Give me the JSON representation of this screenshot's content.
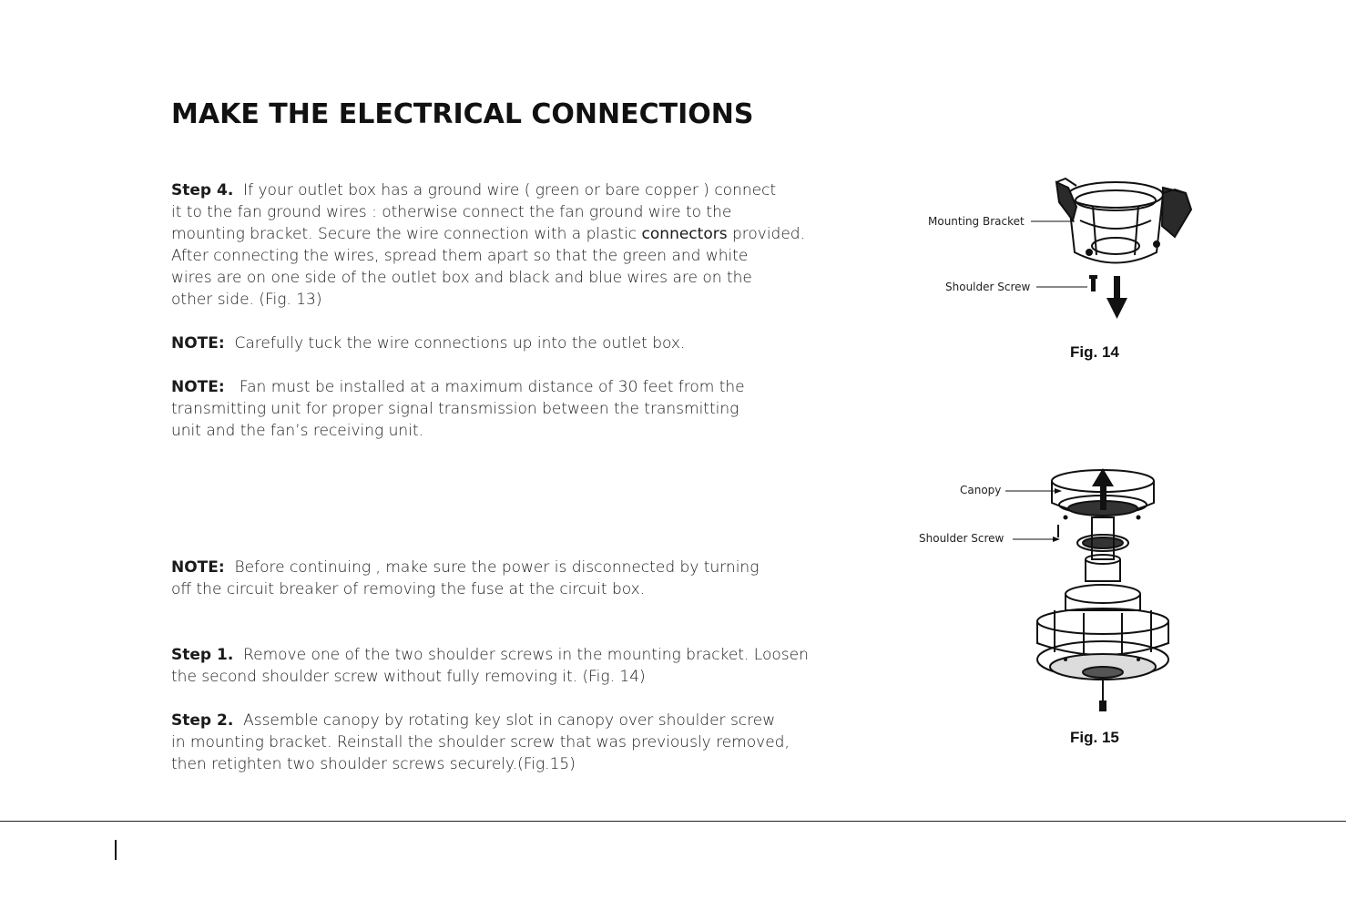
{
  "page": {
    "title": "MAKE THE ELECTRICAL CONNECTIONS"
  },
  "step4": {
    "label": "Step 4.",
    "lines": [
      "If your outlet box has a ground wire ( green or bare copper ) connect",
      "it to the fan ground wires : otherwise connect the fan ground wire to the",
      "mounting bracket. Secure the wire connection with a plastic ",
      "After connecting the wires, spread them apart so that the green and white",
      "wires are on one side of the outlet box and black and blue wires are on the",
      "other side. (Fig. 13)"
    ],
    "bold_word": "connectors",
    "line3_tail": " provided."
  },
  "note1": {
    "label": "NOTE:",
    "text": "Carefully tuck the wire connections up into the outlet box."
  },
  "note2": {
    "label": "NOTE:",
    "lines": [
      "Fan must be installed at a maximum distance of 30 feet from the",
      "transmitting unit for proper signal transmission between the transmitting",
      "unit and the fan’s receiving unit."
    ]
  },
  "note3": {
    "label": "NOTE:",
    "lines": [
      "Before continuing , make sure the power is disconnected by turning",
      "off the circuit breaker of removing the fuse at the circuit box."
    ]
  },
  "step1": {
    "label": "Step 1.",
    "lines": [
      "Remove one of the two shoulder screws in the mounting bracket. Loosen",
      "the second shoulder screw without fully removing it. (Fig. 14)"
    ]
  },
  "step2": {
    "label": "Step 2.",
    "lines": [
      "Assemble canopy by rotating key slot in canopy over shoulder screw",
      "in mounting bracket. Reinstall the shoulder screw that was previously removed,",
      "then retighten two shoulder screws securely.(Fig.15)"
    ]
  },
  "fig14": {
    "label": "Fig. 14",
    "callouts": [
      "Mounting Bracket",
      "Shoulder Screw"
    ],
    "icon": "mounting-bracket-illustration"
  },
  "fig15": {
    "label": "Fig. 15",
    "callouts": [
      "Canopy",
      "Shoulder Screw"
    ],
    "icon": "canopy-assembly-illustration"
  }
}
